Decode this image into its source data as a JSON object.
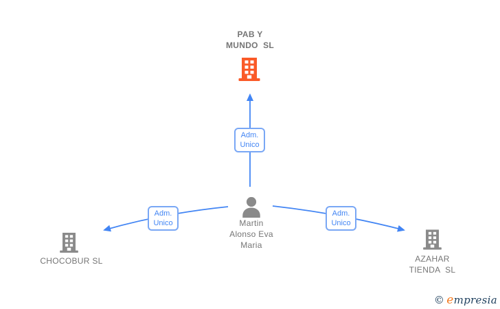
{
  "diagram": {
    "root_company": {
      "icon": "building-icon",
      "name_lines": [
        "PAB Y",
        "MUNDO  SL"
      ]
    },
    "person": {
      "icon": "person-icon",
      "name_lines": [
        "Martin",
        "Alonso Eva",
        "Maria"
      ]
    },
    "left_company": {
      "icon": "building-icon",
      "name_lines": [
        "CHOCOBUR SL"
      ]
    },
    "right_company": {
      "icon": "building-icon",
      "name_lines": [
        "AZAHAR",
        "TIENDA  SL"
      ]
    },
    "edges": [
      {
        "label_lines": [
          "Adm.",
          "Unico"
        ]
      },
      {
        "label_lines": [
          "Adm.",
          "Unico"
        ]
      },
      {
        "label_lines": [
          "Adm.",
          "Unico"
        ]
      }
    ],
    "colors": {
      "edge_blue": "#4285f4",
      "box_border_blue": "#79a7f5",
      "label_text_blue": "#4285f4",
      "company_text_gray": "#757575",
      "icon_gray": "#8a8a8a",
      "root_icon_orange": "#fa5a28",
      "watermark_navy": "#1c3e5c",
      "watermark_orange": "#f47b20"
    },
    "watermark": {
      "copyright": "©",
      "brand_first_letter": "e",
      "brand_rest": "mpresia"
    }
  }
}
